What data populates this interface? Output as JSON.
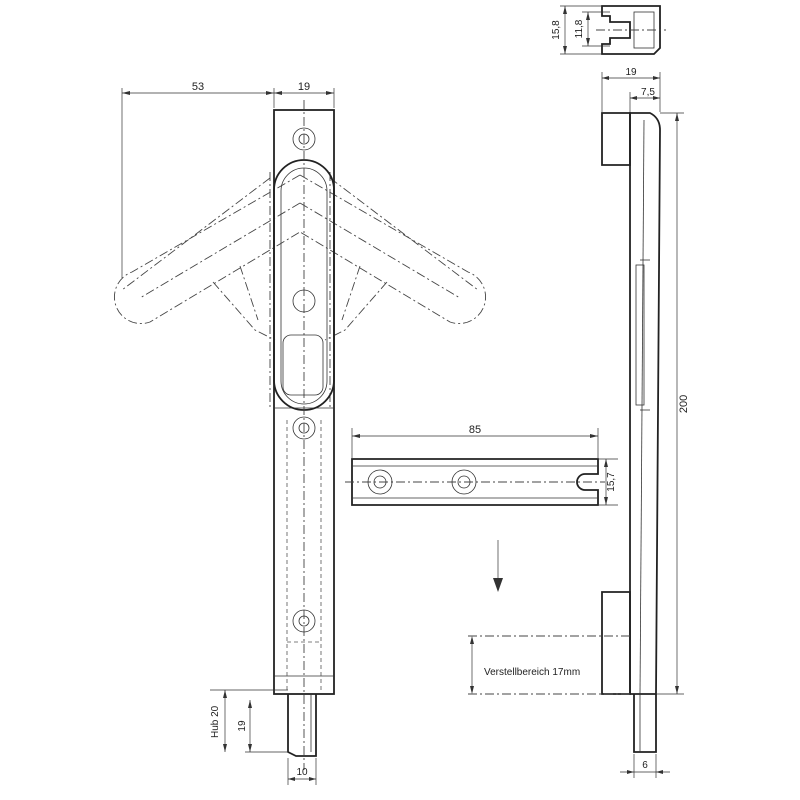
{
  "dimensions": {
    "width_53": "53",
    "width_19_front": "19",
    "width_19_side": "19",
    "offset_7_5": "7,5",
    "height_200": "200",
    "plate_length_85": "85",
    "plate_width_15_7": "15,7",
    "profile_15_8": "15,8",
    "profile_11_8": "11,8",
    "stroke_label": "Hub 20",
    "bolt_extension_19": "19",
    "bolt_width_10": "10",
    "bolt_width_6": "6"
  },
  "annotations": {
    "adjustment_range": "Verstellbereich 17mm"
  }
}
